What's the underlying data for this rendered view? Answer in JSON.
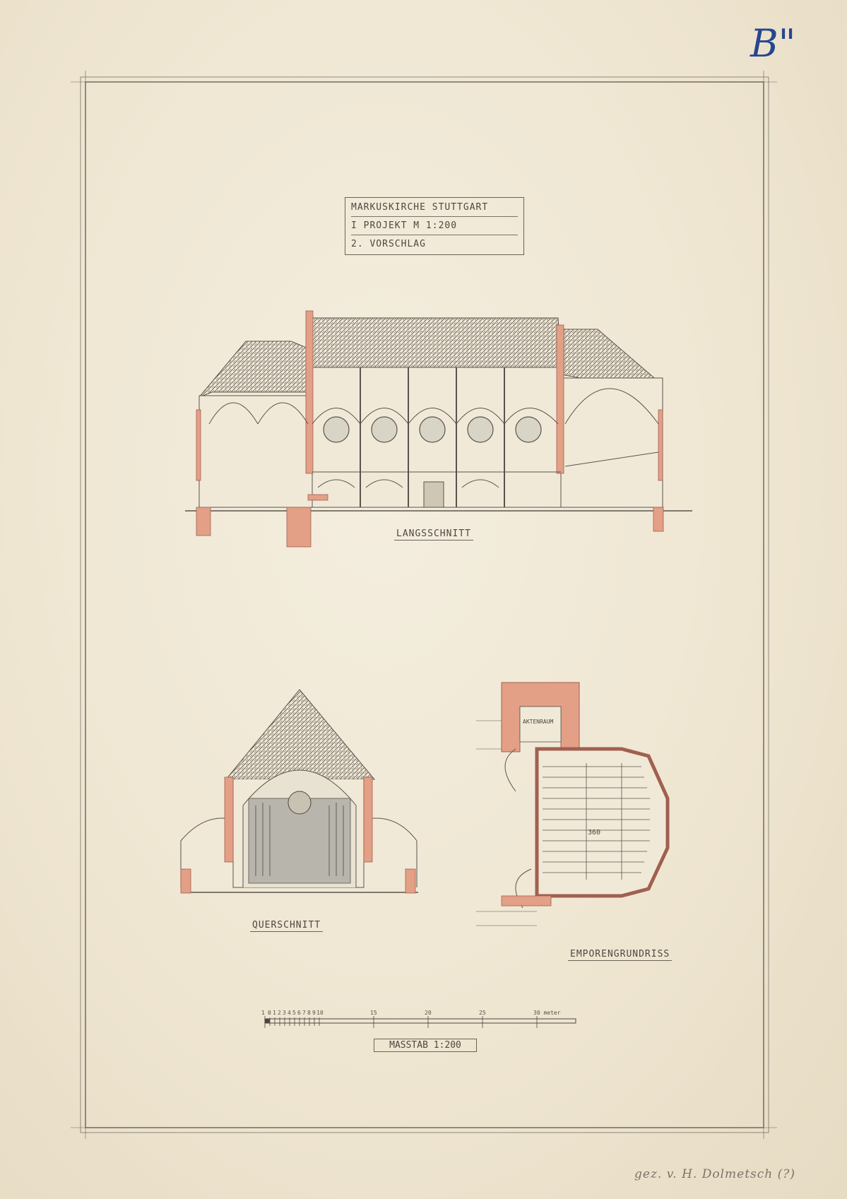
{
  "sheet": {
    "corner_mark": "B\"",
    "pencil_note": "gez. v. H. Dolmetsch (?)"
  },
  "title_block": {
    "line1": "MARKUSKIRCHE STUTTGART",
    "line2": "I PROJEKT M 1:200",
    "line3": "2. VORSCHLAG"
  },
  "drawings": {
    "longitudinal_section": "LANGSSCHNITT",
    "cross_section": "QUERSCHNITT",
    "gallery_plan": "EMPORENGRUNDRISS",
    "gallery_room_label": "AKTENRAUM",
    "gallery_seats_label": "360"
  },
  "scale_bar": {
    "title": "MASSTAB 1:200",
    "ticks": [
      "1",
      "0",
      "1",
      "2",
      "3",
      "4",
      "5",
      "6",
      "7",
      "8",
      "9",
      "10",
      "15",
      "20",
      "25",
      "30 meter"
    ]
  },
  "colors": {
    "paper": "#efe6d2",
    "ink": "#4e4740",
    "red_wash": "#e3a086",
    "roof_hatch": "#6b625a",
    "mark_blue": "#27468f"
  }
}
